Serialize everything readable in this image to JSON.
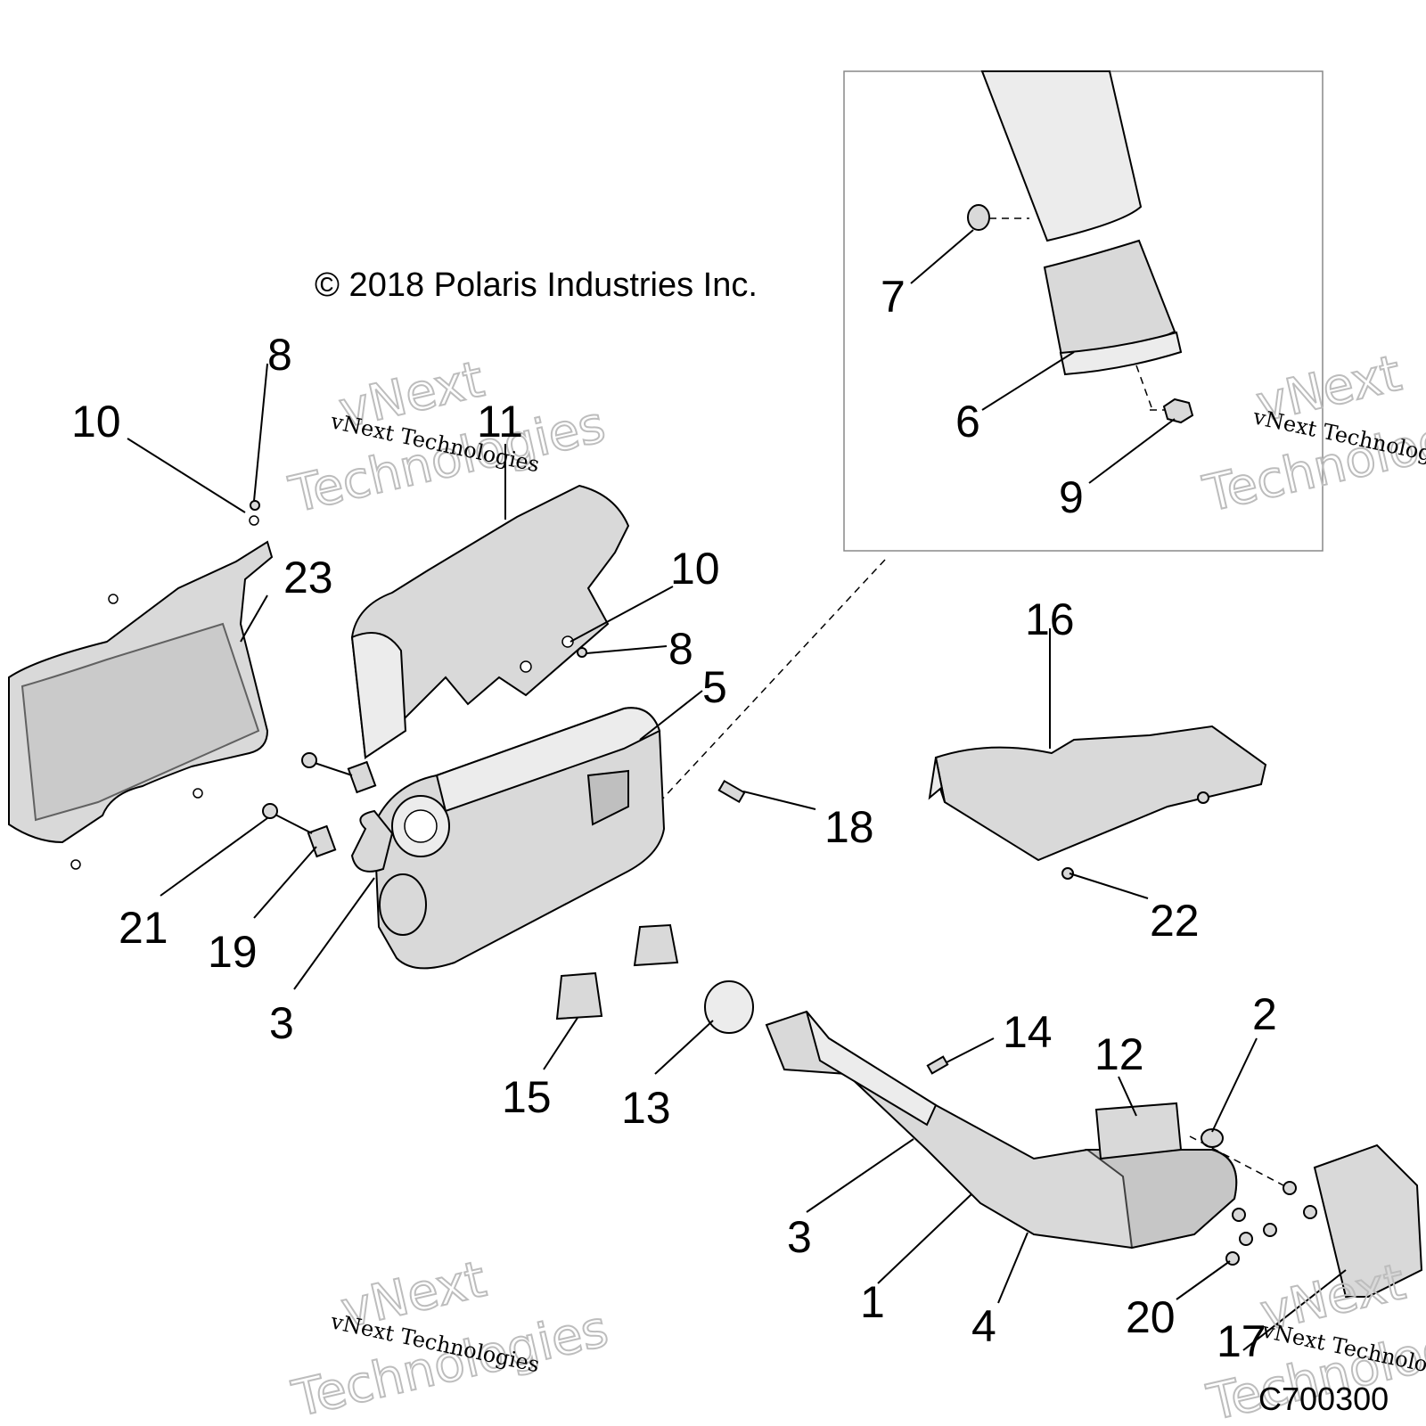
{
  "copyright": "© 2018 Polaris Industries Inc.",
  "drawing_code": "C700300",
  "watermark": {
    "line1": "vNext Technologies",
    "line2a": "vNext",
    "line2b": "Technologies"
  },
  "callouts": {
    "c1": "1",
    "c2": "2",
    "c3a": "3",
    "c3b": "3",
    "c4": "4",
    "c5": "5",
    "c6": "6",
    "c7": "7",
    "c8a": "8",
    "c8b": "8",
    "c9": "9",
    "c10a": "10",
    "c10b": "10",
    "c11": "11",
    "c12": "12",
    "c13": "13",
    "c14": "14",
    "c15": "15",
    "c16": "16",
    "c17": "17",
    "c18": "18",
    "c19": "19",
    "c20": "20",
    "c21": "21",
    "c22": "22",
    "c23": "23"
  }
}
